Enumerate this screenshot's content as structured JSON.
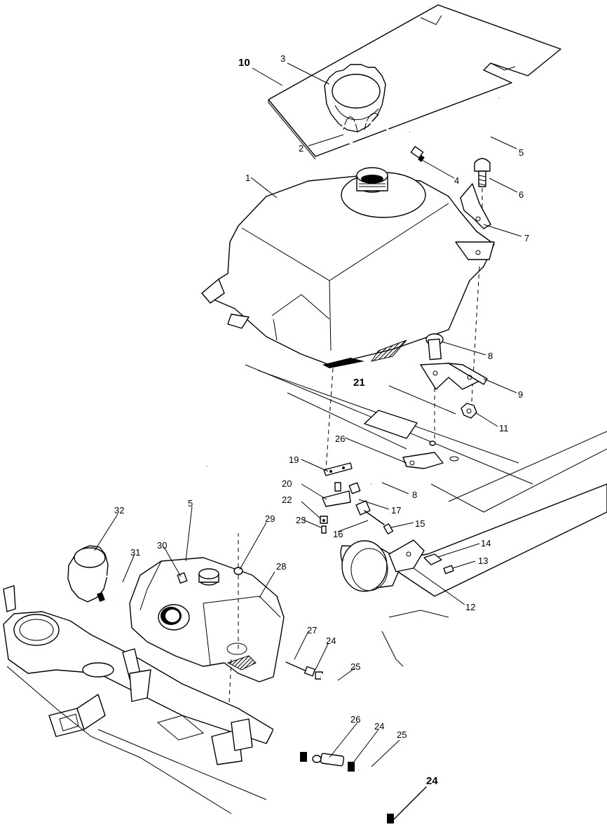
{
  "labels": {
    "l1": "1",
    "l2": "2",
    "l3": "3",
    "l4": "4",
    "l5a": "5",
    "l5b": "5",
    "l6": "6",
    "l7": "7",
    "l8a": "8",
    "l8b": "8",
    "l9": "9",
    "l10": "10",
    "l11": "11",
    "l12": "12",
    "l13": "13",
    "l14": "14",
    "l15": "15",
    "l16": "16",
    "l17": "17",
    "l19": "19",
    "l20": "20",
    "l21": "21",
    "l22": "22",
    "l23": "23",
    "l24a": "24",
    "l24b": "24",
    "l24c": "24",
    "l25a": "25",
    "l25b": "25",
    "l26a": "26",
    "l26b": "26",
    "l27": "27",
    "l28": "28",
    "l29": "29",
    "l30": "30",
    "l31": "31",
    "l32": "32"
  }
}
